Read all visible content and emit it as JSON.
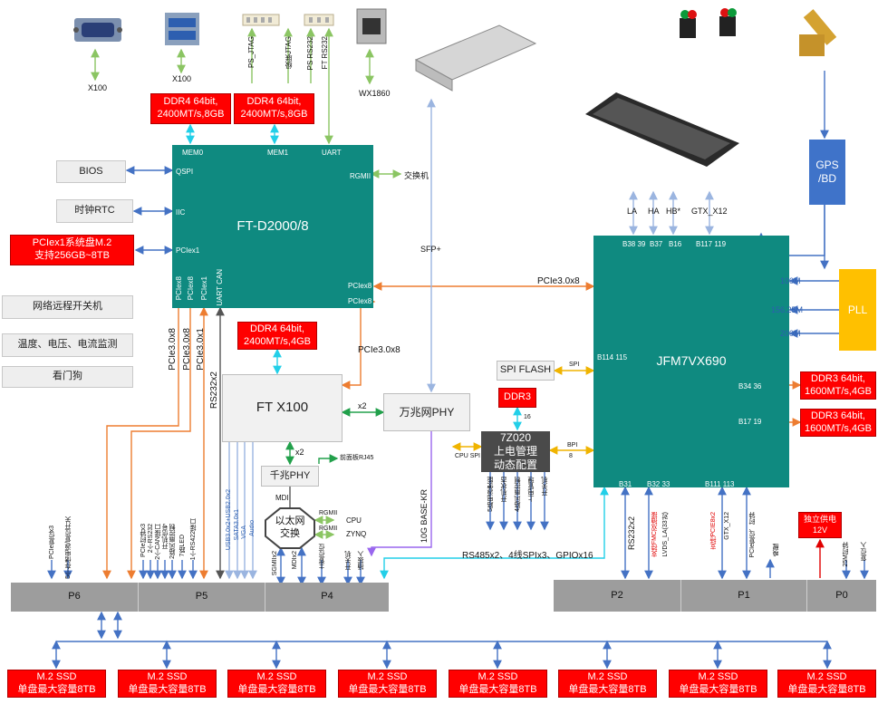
{
  "chips": {
    "d2000": {
      "name": "FT-D2000/8",
      "pins": {
        "mem0": "MEM0",
        "mem1": "MEM1",
        "uart": "UART",
        "qspi": "QSPI",
        "iic": "IIC",
        "pcie1": "PCIex1",
        "rgmii": "RGMII",
        "pciex8a": "PCIex8",
        "pciex8b": "PCIex8",
        "pp1": "PCIex8",
        "pp2": "PCIex8",
        "pp3": "PCIex1",
        "pp4": "UART CAN"
      }
    },
    "fpga": {
      "name": "JFM7VX690",
      "pins": {
        "b38": "B38 39",
        "b37": "B37",
        "b16": "B16",
        "b117": "B117 119",
        "b114": "B114 115",
        "b3436": "B34 36",
        "b1719": "B17 19",
        "b31": "B31",
        "b3233": "B32 33",
        "b111": "B111 113"
      }
    },
    "x100": {
      "name": "FT X100"
    },
    "phy10g": {
      "name": "万兆网PHY"
    },
    "phy1g": {
      "name": "千兆PHY"
    },
    "ethsw": {
      "name": "以太网\n交换"
    },
    "spiflash": {
      "name": "SPI FLASH"
    },
    "pm": {
      "name": "7Z020\n上电管理\n动态配置"
    },
    "ddr3small": {
      "name": "DDR3"
    },
    "pll": {
      "name": "PLL"
    },
    "gps": {
      "name": "GPS\n/BD"
    }
  },
  "memory": {
    "ddr4a": "DDR4 64bit,\n2400MT/s,8GB",
    "ddr4b": "DDR4 64bit,\n2400MT/s,8GB",
    "ddr4c": "DDR4 64bit,\n2400MT/s,4GB",
    "ddr3a": "DDR3 64bit,\n1600MT/s,4GB",
    "ddr3b": "DDR3 64bit,\n1600MT/s,4GB",
    "pcie_m2": "PCIex1系统盘M.2\n支持256GB~8TB"
  },
  "side": {
    "bios": "BIOS",
    "rtc": "时钟RTC",
    "wol": "网络远程开关机",
    "monitor": "温度、电压、电流监测",
    "wdt": "看门狗"
  },
  "ports": {
    "p6": "P6",
    "p5": "P5",
    "p4": "P4",
    "p2": "P2",
    "p1": "P1",
    "p0": "P0"
  },
  "ssd": [
    "M.2 SSD\n单盘最大容量8TB",
    "M.2 SSD\n单盘最大容量8TB",
    "M.2 SSD\n单盘最大容量8TB",
    "M.2 SSD\n单盘最大容量8TB",
    "M.2 SSD\n单盘最大容量8TB",
    "M.2 SSD\n单盘最大容量8TB",
    "M.2 SSD\n单盘最大容量8TB",
    "M.2 SSD\n单盘最大容量8TB"
  ],
  "connectors": {
    "x100a": "X100",
    "x100b": "X100",
    "psjtag": "PS_JTAG",
    "jlxjtag": "级联JTAG",
    "psrs": "PS RS232",
    "ftrs": "FT RS232",
    "wx1860": "WX1860",
    "sfp": "SFP+"
  },
  "labels": {
    "switch_rgmii": "交换机",
    "pcie3x8_h": "PCIe3.0x8",
    "pcie3x8_v": "PCIe3.0x8",
    "x2a": "x2",
    "x2b": "x2",
    "front_rj45": "前面板RJ45",
    "mdi": "MDI",
    "rgmii1": "RGMII",
    "rgmii2": "RGMII",
    "cpu": "CPU",
    "zynq": "ZYNQ",
    "base_kr": "10G BASE-KR",
    "spi": "SPI",
    "bpi": "BPI",
    "bpi8": "8",
    "n16": "16",
    "cpu_spi": "CPU SPI",
    "la": "LA",
    "ha": "HA",
    "hb": "HB*",
    "gtx": "GTX_X12",
    "f100": "100M",
    "f156": "156.25M",
    "f200": "200M",
    "rs485": "RS485x2、4线SPIx3、GPIOx16",
    "rs232x2_v": "RS232x2",
    "rs232x2_p2": "RS232x2",
    "pciex8a_v": "PCIe3.0x8",
    "pciex8b_v": "PCIe3.0x8",
    "pciex1_v": "PCIe3.0x1",
    "pm1": "5路电源使能",
    "pm2": "开机状态",
    "pm3": "4路风扇控制",
    "pm4": "上电管理",
    "pm5": "开关机",
    "lvds": "LVDS_LA(33对)",
    "gtx_sup": "支持PCIE8x2",
    "gtx12": "GTX_X12",
    "pcie_reset": "PCIe复位、时钟",
    "wakeup": "唤醒",
    "supply": "独立供电\n12V",
    "clk25": "25M时钟",
    "reset_in": "复位入",
    "p6a": "PCIe复位x3",
    "p6b": "5个存储电源/复位开关",
    "p5a": "PCIe时钟x3",
    "p5b": "2个RS232",
    "p5c": "2个CAN接口",
    "p5d": "开机信号",
    "p5e": "2路风扇控制",
    "p5f": "7路LED",
    "p5g": "1个RS422接口",
    "p4a": "USB3.0x2+USB2.0x2",
    "p4b": "SATA3.0x1",
    "p4c": "VGA",
    "p4d": "Audio",
    "p4e": "SGMIIx2",
    "p4f": "MDIx2",
    "p4g": "主复位位",
    "p4h": "开关机",
    "p4i": "插拔入",
    "lvds_sup": "支持FMC双插接"
  }
}
